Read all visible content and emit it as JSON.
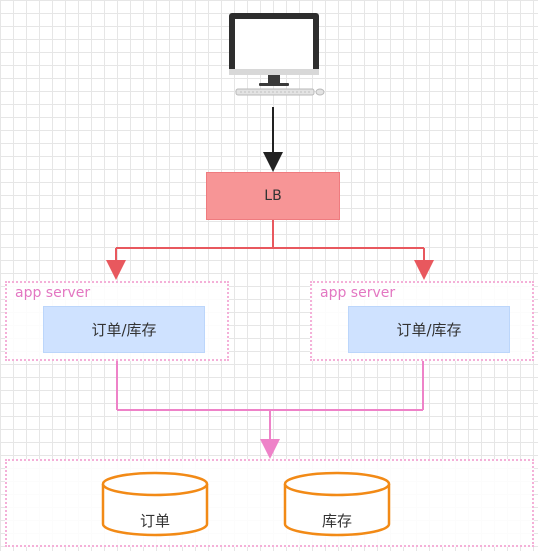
{
  "client": {
    "icon": "desktop-computer-icon"
  },
  "load_balancer": {
    "label": "LB",
    "fill": "#f79596"
  },
  "app_servers": [
    {
      "title": "app server",
      "service_label": "订单/库存"
    },
    {
      "title": "app server",
      "service_label": "订单/库存"
    }
  ],
  "databases": [
    {
      "label": "订单",
      "icon": "database-cylinder-icon"
    },
    {
      "label": "库存",
      "icon": "database-cylinder-icon"
    }
  ],
  "colors": {
    "lb_arrows": "#e8585e",
    "app_arrows": "#ee82c8",
    "db_outline": "#f28a16",
    "group_border": "#f4b0d8",
    "service_fill": "#cfe2ff"
  }
}
